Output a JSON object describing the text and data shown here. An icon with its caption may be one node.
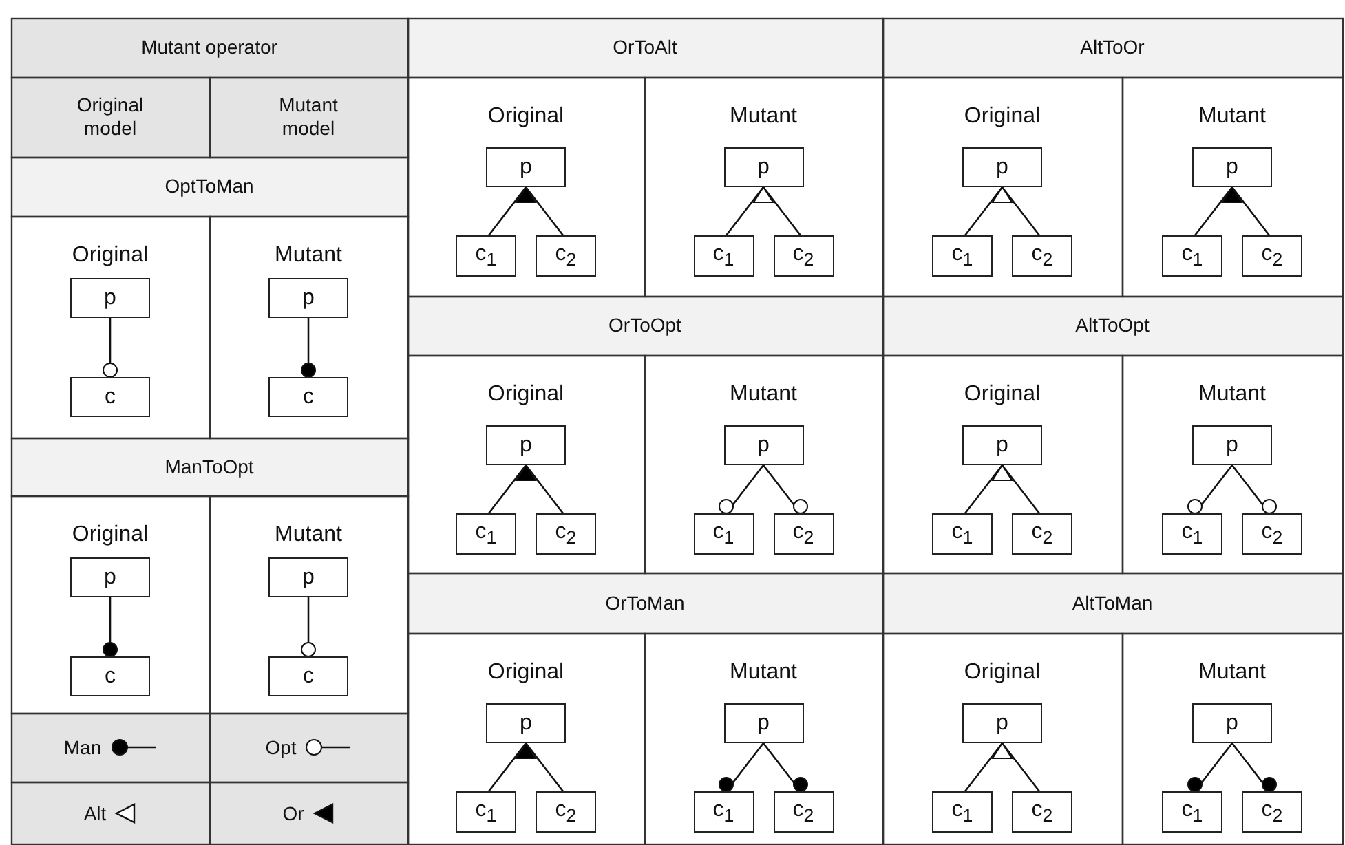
{
  "diagram": {
    "nodes": [
      {
        "text": [
          "p"
        ]
      },
      {
        "text": [
          "c"
        ]
      },
      {
        "text": [
          "p"
        ]
      },
      {
        "text": [
          "c"
        ]
      },
      {
        "text": [
          "p"
        ]
      },
      {
        "text": [
          "c"
        ]
      },
      {
        "text": [
          "p"
        ]
      },
      {
        "text": [
          "c"
        ]
      },
      {
        "text": [
          "p"
        ]
      },
      {
        "text": [
          "c$_{1}$"
        ]
      },
      {
        "text": [
          "c$_{2}$"
        ]
      },
      {
        "text": [
          "p"
        ]
      },
      {
        "text": [
          "c$_{1}$"
        ]
      },
      {
        "text": [
          "c$_{2}$"
        ]
      },
      {
        "text": [
          "p"
        ]
      },
      {
        "text": [
          "c$_{1}$"
        ]
      },
      {
        "text": [
          "c$_{2}$"
        ]
      },
      {
        "text": [
          "p"
        ]
      },
      {
        "text": [
          "c$_{1}$"
        ]
      },
      {
        "text": [
          "c$_{2}$"
        ]
      },
      {
        "text": [
          "p"
        ]
      },
      {
        "text": [
          "c$_{1}$"
        ]
      },
      {
        "text": [
          "c$_{2}$"
        ]
      },
      {
        "text": [
          "p"
        ]
      },
      {
        "text": [
          "c$_{1}$"
        ]
      },
      {
        "text": [
          "c$_{2}$"
        ]
      },
      {
        "text": [
          "p"
        ]
      },
      {
        "text": [
          "c$_{1}$"
        ]
      },
      {
        "text": [
          "c$_{2}$"
        ]
      },
      {
        "text": [
          "p"
        ]
      },
      {
        "text": [
          "c$_{1}$"
        ]
      },
      {
        "text": [
          "c$_{2}$"
        ]
      },
      {
        "text": [
          "p"
        ]
      },
      {
        "text": [
          "c$_{1}$"
        ]
      },
      {
        "text": [
          "c$_{2}$"
        ]
      },
      {
        "text": [
          "p"
        ]
      },
      {
        "text": [
          "c$_{1}$"
        ]
      },
      {
        "text": [
          "c$_{2}$"
        ]
      },
      {
        "text": [
          "p"
        ]
      },
      {
        "text": [
          "c$_{1}$"
        ]
      },
      {
        "text": [
          "c$_{2}$"
        ]
      },
      {
        "text": [
          "p"
        ]
      },
      {
        "text": [
          "c$_{1}$"
        ]
      },
      {
        "text": [
          "c$_{2}$"
        ]
      }
    ],
    "edges": [
      {
        "from": 0,
        "to": 1,
        "arrow": "other"
      },
      {
        "from": 2,
        "to": 3,
        "arrow": "other"
      },
      {
        "from": 4,
        "to": 5,
        "arrow": "other"
      },
      {
        "from": 6,
        "to": 7,
        "arrow": "other"
      },
      {
        "from": 8,
        "to": 9,
        "arrow": "other"
      },
      {
        "from": 8,
        "to": 10,
        "arrow": "other"
      },
      {
        "from": 11,
        "to": 12,
        "arrow": "other"
      },
      {
        "from": 11,
        "to": 13,
        "arrow": "other"
      },
      {
        "from": 14,
        "to": 15,
        "arrow": "other"
      },
      {
        "from": 14,
        "to": 16,
        "arrow": "other"
      },
      {
        "from": 17,
        "to": 18,
        "arrow": "other"
      },
      {
        "from": 17,
        "to": 19,
        "arrow": "other"
      },
      {
        "from": 20,
        "to": 21,
        "arrow": "other"
      },
      {
        "from": 20,
        "to": 22,
        "arrow": "other"
      },
      {
        "from": 23,
        "to": 24,
        "arrow": "other"
      },
      {
        "from": 23,
        "to": 25,
        "arrow": "other"
      },
      {
        "from": 26,
        "to": 27,
        "arrow": "other"
      },
      {
        "from": 26,
        "to": 28,
        "arrow": "other"
      },
      {
        "from": 29,
        "to": 30,
        "arrow": "other"
      },
      {
        "from": 29,
        "to": 31,
        "arrow": "other"
      },
      {
        "from": 32,
        "to": 33,
        "arrow": "other"
      },
      {
        "from": 32,
        "to": 34,
        "arrow": "other"
      },
      {
        "from": 35,
        "to": 36,
        "arrow": "other"
      },
      {
        "from": 35,
        "to": 37,
        "arrow": "other"
      },
      {
        "from": 38,
        "to": 39,
        "arrow": "other"
      },
      {
        "from": 38,
        "to": 40,
        "arrow": "other"
      },
      {
        "from": 41,
        "to": 42,
        "arrow": "other"
      },
      {
        "from": 41,
        "to": 43,
        "arrow": "other"
      }
    ],
    "labels": [
      "Mutant operator",
      "OrToAlt",
      "AltToOr",
      "Original model",
      "Mutant model",
      "Original",
      "Mutant",
      "Original",
      "Mutant",
      "OptToMan",
      "Original",
      "Mutant",
      "OrToOpt",
      "AltToOpt",
      "Original",
      "Mutant",
      "Original",
      "Mutant",
      "ManToOpt",
      "Original",
      "Mutant",
      "OrToMan",
      "AltToMan",
      "Original",
      "Mutant",
      "Original",
      "Mutant"
    ],
    "legend": [
      {
        "text": "Man"
      },
      {
        "text": "Opt"
      },
      {
        "text": "Alt"
      },
      {
        "text": "Or"
      }
    ]
  }
}
